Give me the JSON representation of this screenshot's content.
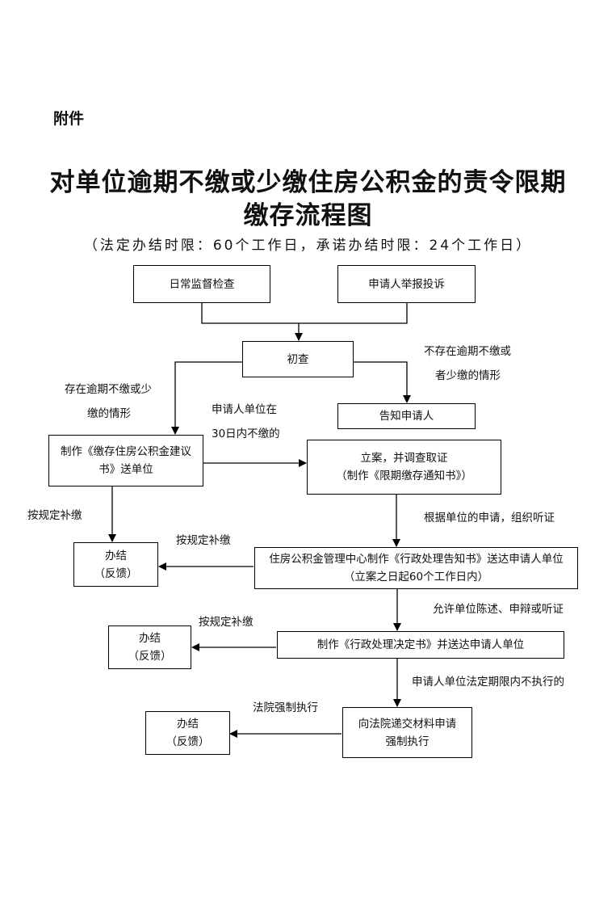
{
  "doc": {
    "attachment": "附件",
    "title_line1": "对单位逾期不缴或少缴住房公积金的责令限期",
    "title_line2": "缴存流程图",
    "subtitle": "（法定办结时限：60个工作日，承诺办结时限：24个工作日）"
  },
  "boxes": {
    "daily_check": "日常监督检查",
    "report": "申请人举报投诉",
    "initial": "初查",
    "notify": "告知申请人",
    "suggest_l1": "制作《缴存住房公积金建议",
    "suggest_l2": "书》送单位",
    "file_l1": "立案，并调查取证",
    "file_l2": "（制作《限期缴存通知书》）",
    "done1_l1": "办结",
    "done1_l2": "（反馈）",
    "notice_l1": "住房公积金管理中心制作《行政处理告知书》送达申请人单位",
    "notice_l2": "（立案之日起60个工作日内）",
    "done2_l1": "办结",
    "done2_l2": "（反馈）",
    "decision": "制作《行政处理决定书》并送达申请人单位",
    "done3_l1": "办结",
    "done3_l2": "（反馈）",
    "court_l1": "向法院递交材料申请",
    "court_l2": "强制执行"
  },
  "labels": {
    "not_exist_l1": "不存在逾期不缴或",
    "not_exist_l2": "者少缴的情形",
    "exist_l1": "存在逾期不缴或少",
    "exist_l2": "缴的情形",
    "unpaid_30_l1": "申请人单位在",
    "unpaid_30_l2": "30日内不缴的",
    "pay_rule_1": "按规定补缴",
    "pay_rule_2": "按规定补缴",
    "pay_rule_3": "按规定补缴",
    "hearing": "根据单位的申请，组织听证",
    "defense": "允许单位陈述、申辩或听证",
    "not_execute": "申请人单位法定期限内不执行的",
    "court_enforce": "法院强制执行"
  }
}
